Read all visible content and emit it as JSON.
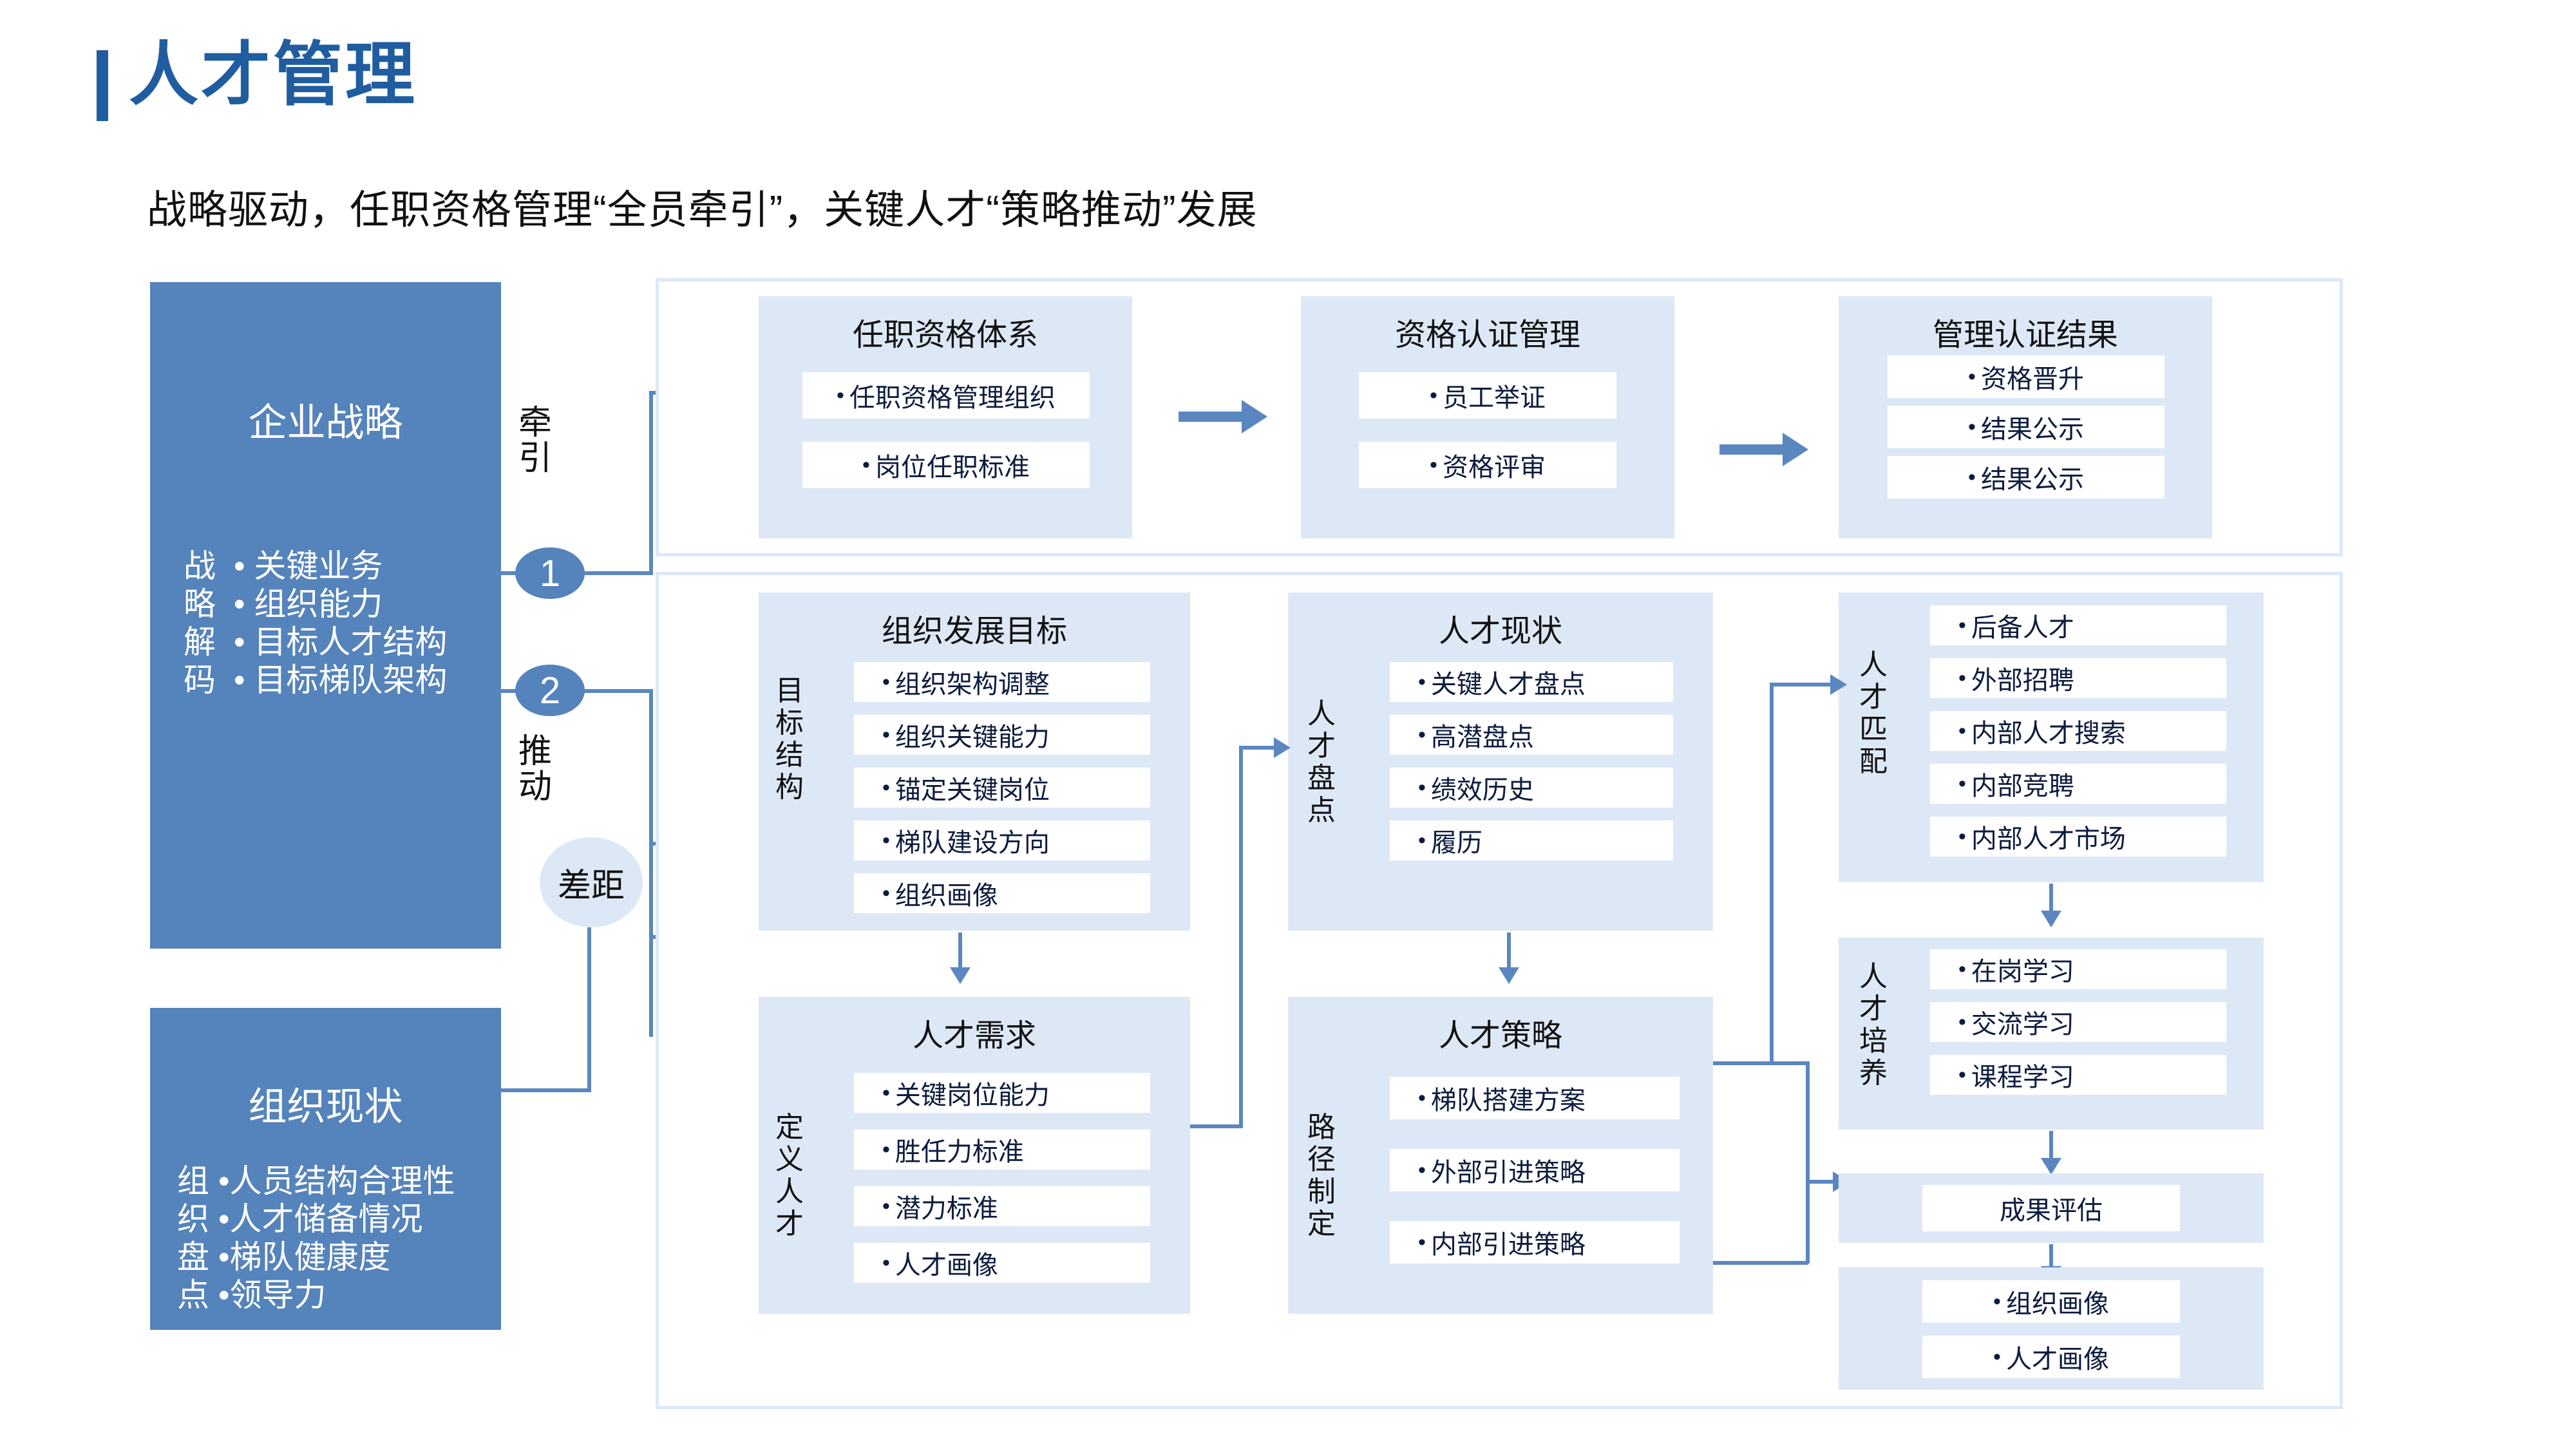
{
  "header": {
    "title": "人才管理",
    "subtitle": "战略驱动，任职资格管理“全员牵引”，关键人才“策略推动”发展",
    "accent_color": "#1f5da0"
  },
  "colors": {
    "sidebar_blue": "#5583bb",
    "group_blue": "#dde8f7",
    "connector_blue": "#5b87c0",
    "item_text": "#0d1b3e"
  },
  "left_column": {
    "boxes": [
      {
        "title": "企业战略",
        "vertical_label": "战略解码",
        "items": [
          "关键业务",
          "组织能力",
          "目标人才结构",
          "目标梯队架构"
        ]
      },
      {
        "title": "组织现状",
        "vertical_label": "组织盘点",
        "items": [
          "人员结构合理性",
          "人才储备情况",
          "梯队健康度",
          "领导力"
        ]
      }
    ]
  },
  "connectors": {
    "label_1": "牵引",
    "badge_1": "1",
    "badge_2": "2",
    "label_2": "推动",
    "gap_label": "差距"
  },
  "top_panel": {
    "groups": [
      {
        "title": "任职资格体系",
        "items": [
          "任职资格管理组织",
          "岗位任职标准"
        ]
      },
      {
        "title": "资格认证管理",
        "items": [
          "员工举证",
          "资格评审"
        ]
      },
      {
        "title": "管理认证结果",
        "items": [
          "资格晋升",
          "结果公示",
          "结果公示"
        ]
      }
    ]
  },
  "bottom_panel": {
    "groups": [
      {
        "title": "组织发展目标",
        "vertical_label": "目标结构",
        "items": [
          "组织架构调整",
          "组织关键能力",
          "锚定关键岗位",
          "梯队建设方向",
          "组织画像"
        ]
      },
      {
        "title": "人才现状",
        "vertical_label": "人才盘点",
        "items": [
          "关键人才盘点",
          "高潜盘点",
          "绩效历史",
          "履历"
        ]
      },
      {
        "title": "",
        "vertical_label": "人才匹配",
        "items": [
          "后备人才",
          "外部招聘",
          "内部人才搜索",
          "内部竞聘",
          "内部人才市场"
        ]
      },
      {
        "title": "人才需求",
        "vertical_label": "定义人才",
        "items": [
          "关键岗位能力",
          "胜任力标准",
          "潜力标准",
          "人才画像"
        ]
      },
      {
        "title": "人才策略",
        "vertical_label": "路径制定",
        "items": [
          "梯队搭建方案",
          "外部引进策略",
          "内部引进策略"
        ]
      },
      {
        "title": "",
        "vertical_label": "人才培养",
        "items": [
          "在岗学习",
          "交流学习",
          "课程学习"
        ]
      },
      {
        "title": "",
        "vertical_label": "",
        "items": [
          "成果评估"
        ]
      },
      {
        "title": "",
        "vertical_label": "",
        "items": [
          "组织画像",
          "人才画像"
        ]
      }
    ]
  }
}
